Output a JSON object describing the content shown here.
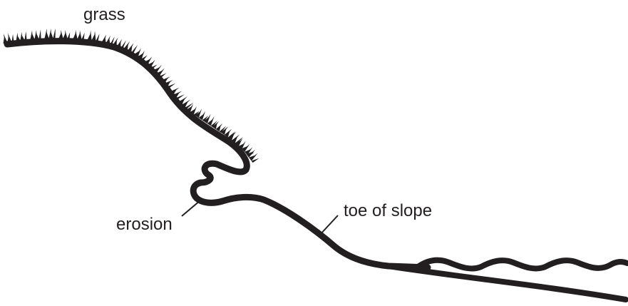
{
  "labels": {
    "grass": "grass",
    "erosion": "erosion",
    "toe_of_slope": "toe of slope"
  },
  "colors": {
    "ink": "#231f20",
    "background": "#ffffff"
  }
}
